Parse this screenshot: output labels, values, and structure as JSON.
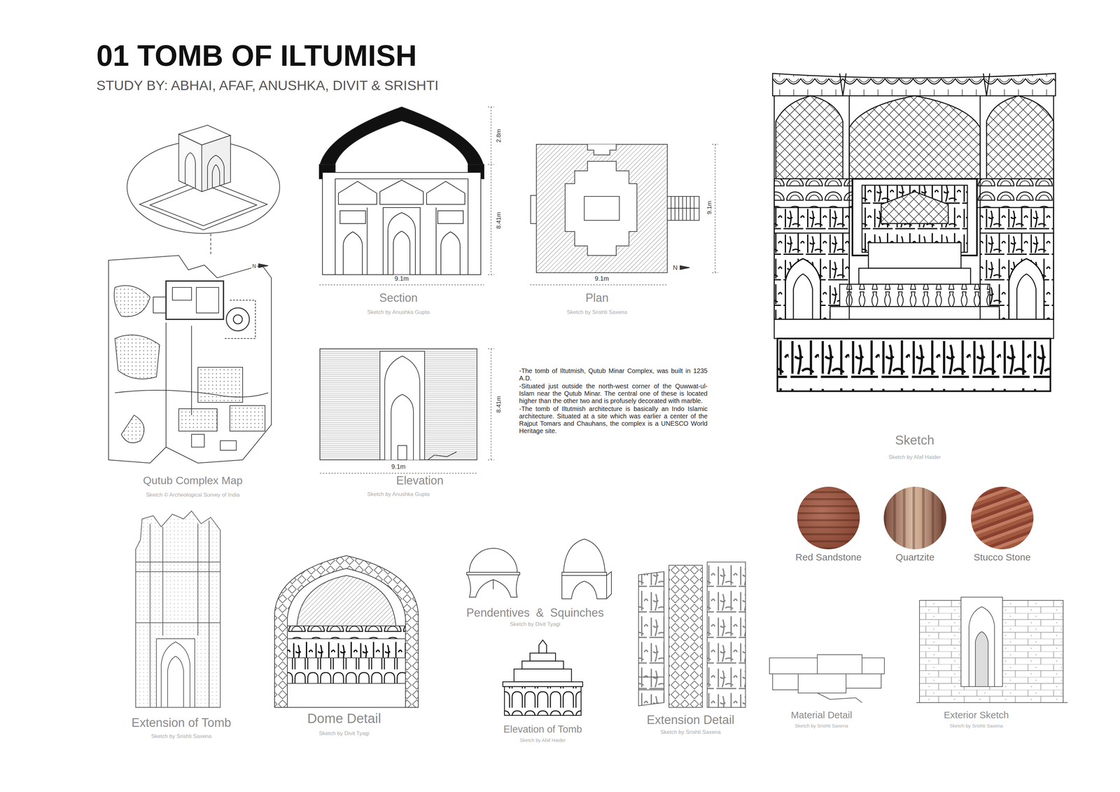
{
  "diagram": {
    "title": "01 TOMB OF ILTUMISH",
    "nodes": [
      {
        "text": [
          "Red Sandstone"
        ]
      },
      {
        "text": [
          "Quartzite"
        ]
      },
      {
        "text": [
          "Stucco Stone"
        ]
      }
    ],
    "labels": [
      "STUDY BY: ABHAI, AFAF, ANUSHKA, DIVIT & SRISHTI",
      "2.8m",
      "8.41m",
      "9.1m",
      "Section",
      "Sketch by Anushka Gupta",
      "9.1m",
      "9.1m",
      "N",
      "Plan",
      "Sketch by Srishti Saxena",
      "8.41m",
      "9.1m",
      "Elevation",
      "Sketch by Anushka Gupta",
      "-The tomb of Iltutmish, Qutub Minar Complex, was built in 1235 A.D.",
      "-Situated just outside the north-west corner of the Quwwat-ul-Islam near the Qutub Minar. The central one of these is located higher than the other two and is profusely decorated with marble.",
      "-The tomb of Iltutmish architecture is basically an Indo Islamic architecture. Situated at a site which was earlier a center of the Rajput Tomars and Chauhans, the complex is a UNESCO World Heritage site.",
      "Qutub Complex Map",
      "Sketch © Archeological Survey of India",
      "N",
      "Sketch",
      "Sketch by Afaf Haider",
      "Extension of Tomb",
      "Sketch by Srishti Saxena",
      "Dome Detail",
      "Sketch by Divit Tyagi",
      "Pendentives  &  Squinches",
      "Sketch by Divit Tyagi",
      "Elevation of Tomb",
      "Sketch by Afaf Haider",
      "Extension Detail",
      "Sketch by Srishti Saxena",
      "Material Detail",
      "Sketch by Srishti Saxena",
      "Exterior Sketch",
      "Sketch by Srishti Saxena"
    ]
  }
}
